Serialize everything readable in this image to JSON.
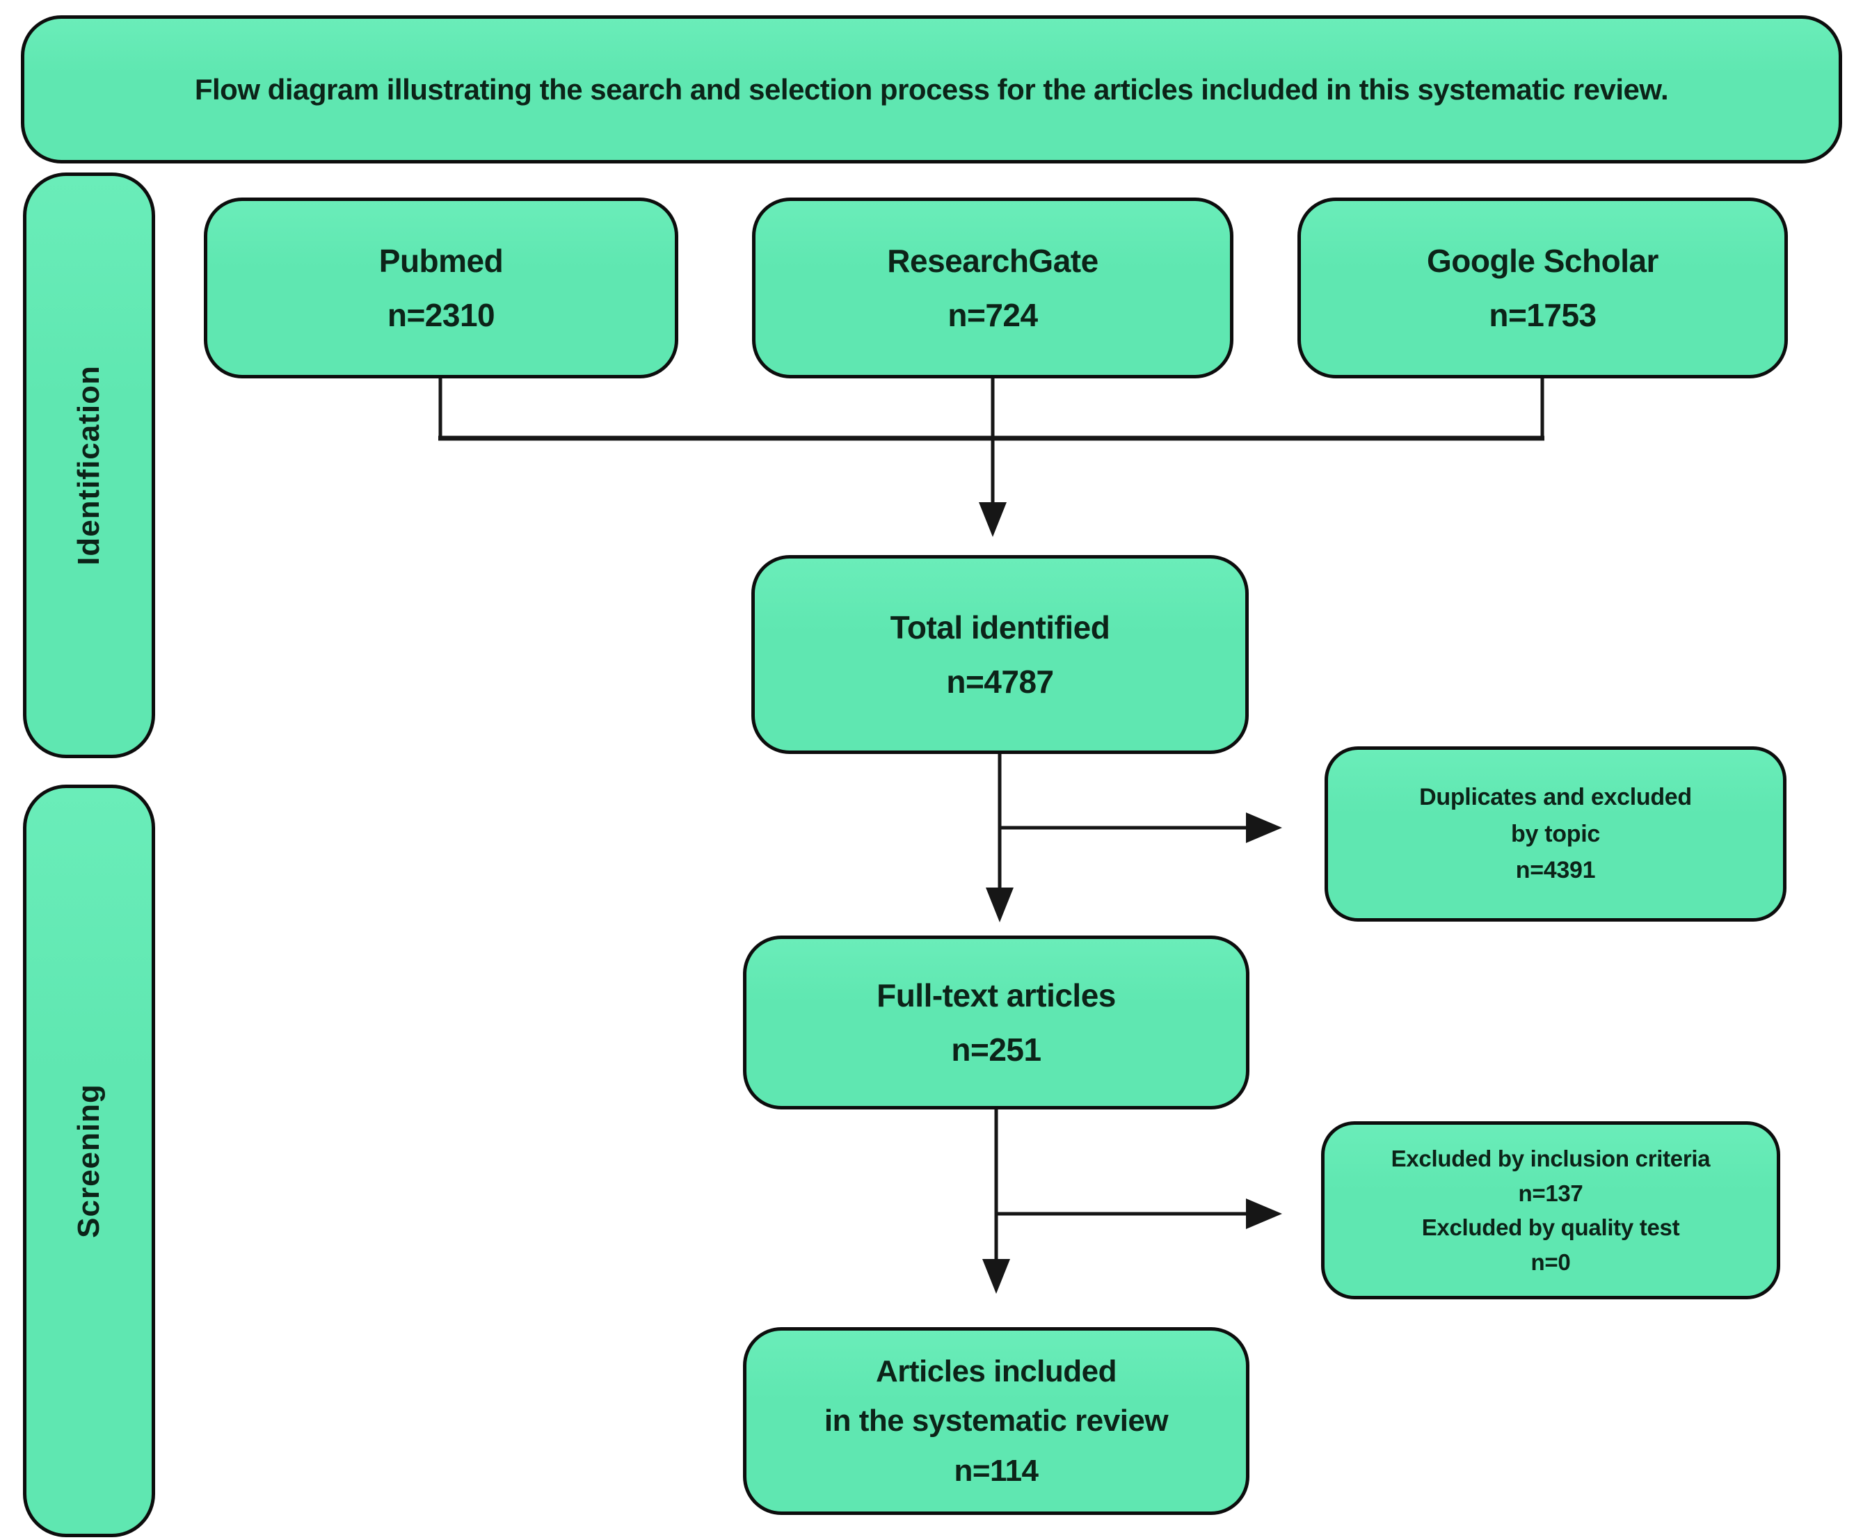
{
  "banner": {
    "text": "Flow diagram illustrating the search and selection process for the articles included in this systematic review."
  },
  "stages": {
    "identification": "Identification",
    "screening": "Screening"
  },
  "boxes": {
    "pubmed": {
      "lines": [
        "Pubmed",
        "n=2310"
      ]
    },
    "researchgate": {
      "lines": [
        "ResearchGate",
        "n=724"
      ]
    },
    "google_scholar": {
      "lines": [
        "Google Scholar",
        "n=1753"
      ]
    },
    "total_identified": {
      "lines": [
        "Total identified",
        "n=4787"
      ]
    },
    "duplicates_excluded": {
      "lines": [
        "Duplicates and excluded",
        "by topic",
        "n=4391"
      ]
    },
    "full_text": {
      "lines": [
        "Full-text articles",
        "n=251"
      ]
    },
    "excluded": {
      "lines": [
        "Excluded by inclusion criteria",
        "n=137",
        "Excluded by quality test",
        "n=0"
      ]
    },
    "included": {
      "lines": [
        "Articles included",
        "in the systematic review",
        "n=114"
      ]
    }
  },
  "colors": {
    "box_fill": "#5fe7b1",
    "box_fill_light": "#6aedb9",
    "box_border": "#0d0d0d",
    "text": "#0c2318",
    "connector": "#161616",
    "background": "#ffffff"
  }
}
